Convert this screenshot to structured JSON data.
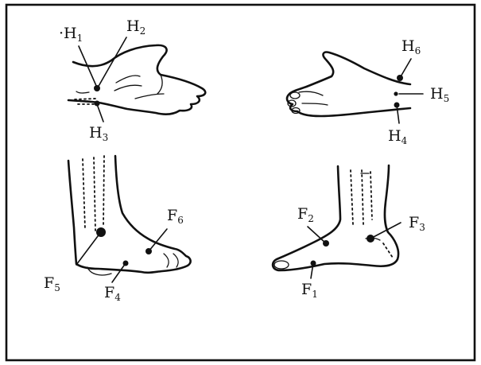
{
  "labels": {
    "H1": {
      "letter": "H",
      "number": "1"
    },
    "H2": {
      "letter": "H",
      "number": "2"
    },
    "H3": {
      "letter": "H",
      "number": "3"
    },
    "H4": {
      "letter": "H",
      "number": "4"
    },
    "H5": {
      "letter": "H",
      "number": "5"
    },
    "H6": {
      "letter": "H",
      "number": "6"
    },
    "F1": {
      "letter": "F",
      "number": "1"
    },
    "F2": {
      "letter": "F",
      "number": "2"
    },
    "F3": {
      "letter": "F",
      "number": "3"
    },
    "F4": {
      "letter": "F",
      "number": "4"
    },
    "F5": {
      "letter": "F",
      "number": "5"
    },
    "F6": {
      "letter": "F",
      "number": "6"
    }
  },
  "colors": {
    "ink": "#111111",
    "paper": "#ffffff"
  }
}
